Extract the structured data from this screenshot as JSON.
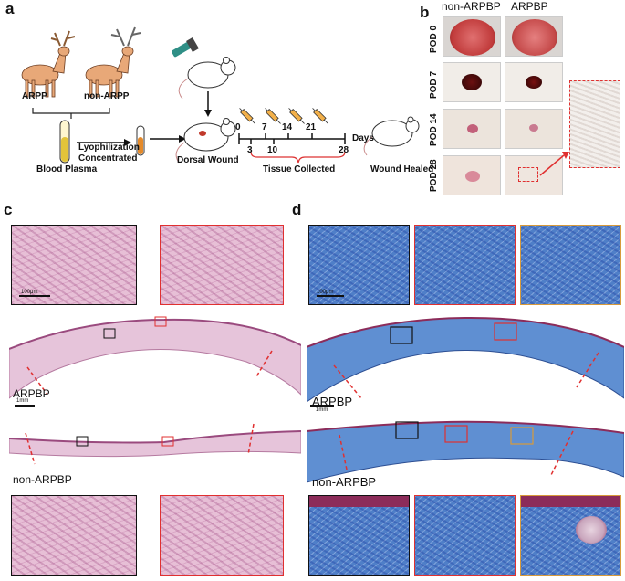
{
  "panels": {
    "a": "a",
    "b": "b",
    "c": "c",
    "d": "d"
  },
  "panel_a": {
    "deer_left": "ARPP",
    "deer_right": "non-ARPP",
    "blood_plasma": "Blood Plasma",
    "process_line1": "Lyophilization",
    "process_line2": "Concentrated",
    "dorsal_wound": "Dorsal Wound",
    "timeline_top": [
      "0",
      "7",
      "14",
      "21"
    ],
    "timeline_bottom": [
      "3",
      "10",
      "28"
    ],
    "days": "Days",
    "tissue_collected": "Tissue Collected",
    "wound_healed": "Wound Healed"
  },
  "panel_b": {
    "col1": "non-ARPBP",
    "col2": "ARPBP",
    "rows": [
      "POD 0",
      "POD 7",
      "POD 14",
      "POD 28"
    ]
  },
  "panel_c": {
    "scale_label": "100μm",
    "scale_label_2": "1mm",
    "arpbp": "ARPBP",
    "non_arpbp": "non-ARPBP"
  },
  "panel_d": {
    "scale_label": "100μm",
    "scale_label_2": "1mm",
    "arpbp": "ARPBP",
    "non_arpbp": "non-ARPBP"
  },
  "colors": {
    "red_box": "#e03030",
    "black_box": "#111111",
    "orange_box": "#d89a3a",
    "deer": "#e8a878",
    "he_stain": "#e7bfd6",
    "masson_blue": "#4f7fc8"
  }
}
